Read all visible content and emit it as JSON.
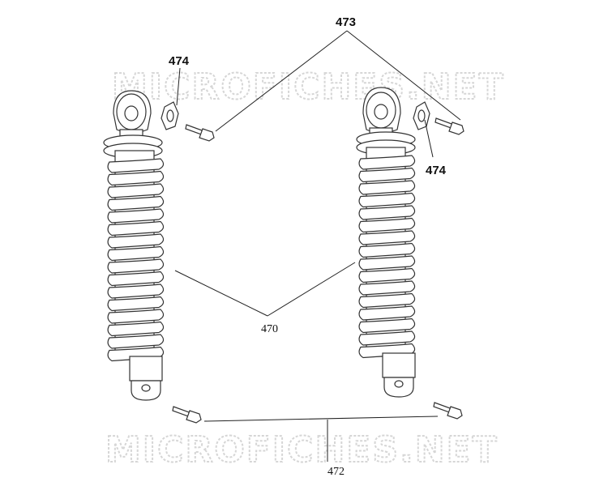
{
  "watermark": {
    "text": "MICROFICHES.NET"
  },
  "callouts": {
    "c473": "473",
    "c474_left": "474",
    "c474_right": "474",
    "c470": "470",
    "c472": "472"
  },
  "colors": {
    "line": "#222222",
    "watermark": "#d6d6d6"
  }
}
